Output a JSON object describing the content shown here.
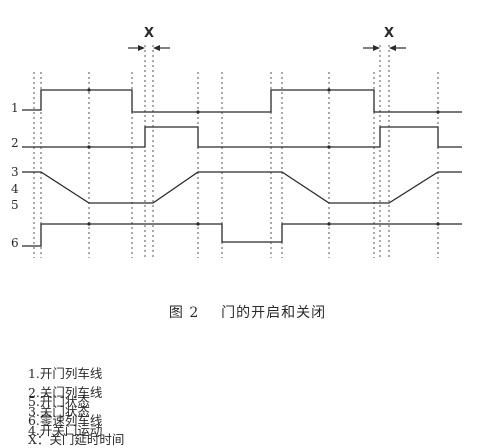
{
  "diagram": {
    "signal_labels": [
      "1",
      "2",
      "3",
      "4",
      "5",
      "6"
    ],
    "delay_marker": "X"
  },
  "caption": {
    "figure_number": "图 2",
    "title": "门的开启和关闭"
  },
  "legend": {
    "line1": [
      "1.开门列车线",
      "2.关门列车线",
      "3.关门状态",
      "4.开关门运动"
    ],
    "line2": [
      "5.开门状态",
      "6.零速列车线",
      "X：关门延时时间"
    ]
  }
}
